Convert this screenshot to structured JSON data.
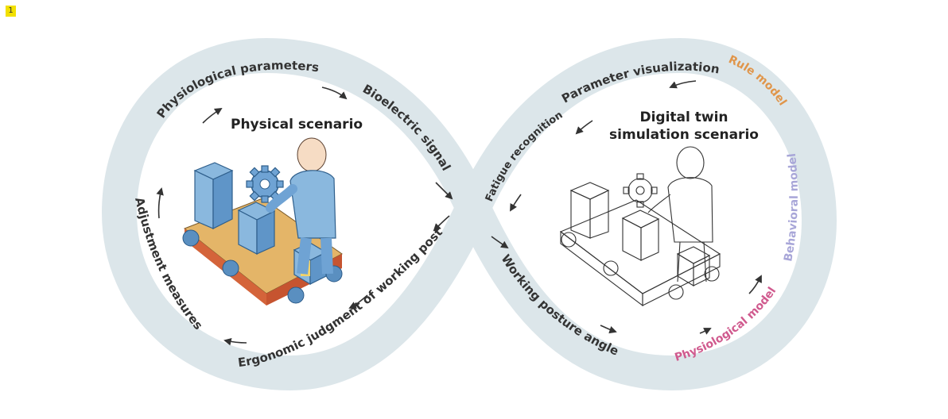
{
  "badge": "1",
  "physical": {
    "title": "Physical scenario"
  },
  "twin": {
    "title_line1": "Digital twin",
    "title_line2": "simulation scenario"
  },
  "loop_labels": {
    "physiological_parameters": "Physiological parameters",
    "bioelectric_signal": "Bioelectric signal",
    "fatigue_recognition": "Fatigue recognition",
    "parameter_visualization": "Parameter visualization",
    "adjustment_measures": "Adjustment measures",
    "ergonomic_judgment": "Ergonomic judgment of working posture",
    "working_posture_angle": "Working posture angle"
  },
  "models": {
    "rule": {
      "label": "Rule model",
      "color": "#e0954a"
    },
    "behavioral": {
      "label": "Behavioral model",
      "color": "#a8a6d8"
    },
    "physiological": {
      "label": "Physiological model",
      "color": "#d05a8e"
    }
  },
  "colors": {
    "loop": "#dce6ea",
    "loop_edge": "#c9d6dc",
    "arrow": "#333333"
  }
}
